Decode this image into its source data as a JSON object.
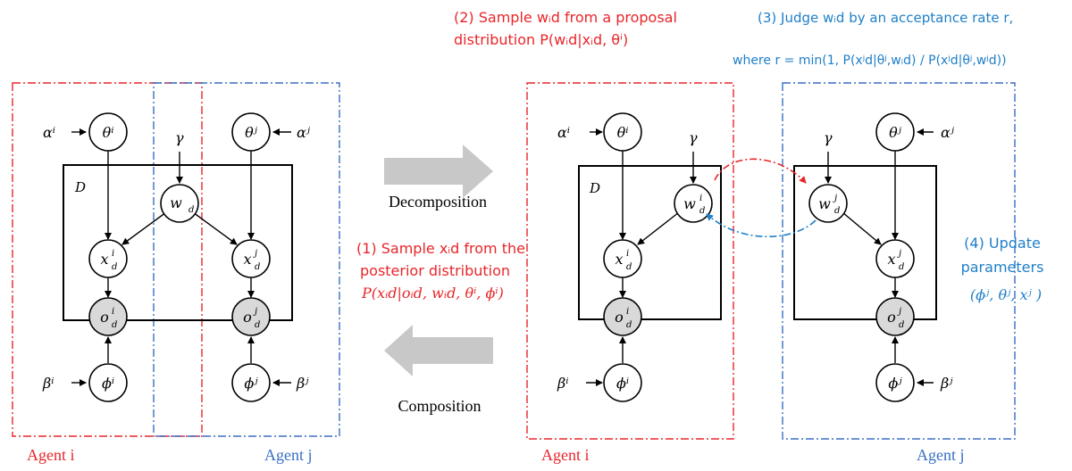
{
  "colors": {
    "agent_i": "#e8262a",
    "agent_j": "#3a6fc4",
    "annotation_red": "#e8262a",
    "annotation_blue": "#1f7fc8",
    "arrow_gray": "#c8c8c8",
    "observed_fill": "#d9d9d9",
    "dash_red": "#e8262a",
    "dash_blue": "#1f7fc8"
  },
  "left": {
    "agent_i_label": "Agent i",
    "agent_j_label": "Agent j",
    "plate_label": "D",
    "alpha_i": "αⁱ",
    "theta_i": "θⁱ",
    "gamma": "γ",
    "w_d": "w",
    "theta_j": "θʲ",
    "alpha_j": "αʲ",
    "x_i": "x",
    "x_j": "x",
    "o_i": "o",
    "o_j": "o",
    "beta_i": "βⁱ",
    "phi_i": "ϕⁱ",
    "phi_j": "ϕʲ",
    "beta_j": "βʲ"
  },
  "middle": {
    "decomposition": "Decomposition",
    "composition": "Composition"
  },
  "right": {
    "agent_i_label": "Agent i",
    "agent_j_label": "Agent j",
    "plate_label": "D"
  },
  "steps": {
    "step1_line1": "(1) Sample xᵢd from the",
    "step1_line2": "posterior distribution",
    "step1_line3": "P(xᵢd|oᵢd, wᵢd, θⁱ, ϕⁱ)",
    "step2_line1": "(2) Sample wᵢd from a proposal",
    "step2_line2": "distribution  P(wᵢd|xᵢd, θⁱ)",
    "step3_line1": "(3) Judge wᵢd by an acceptance rate r,",
    "step3_line2": "where r = min(1, P(xʲd|θʲ,wᵢd) / P(xʲd|θʲ,wʲd))",
    "step4_line1": "(4) Update",
    "step4_line2": "parameters",
    "step4_line3": "(ϕʲ, θʲ, xʲ )"
  }
}
